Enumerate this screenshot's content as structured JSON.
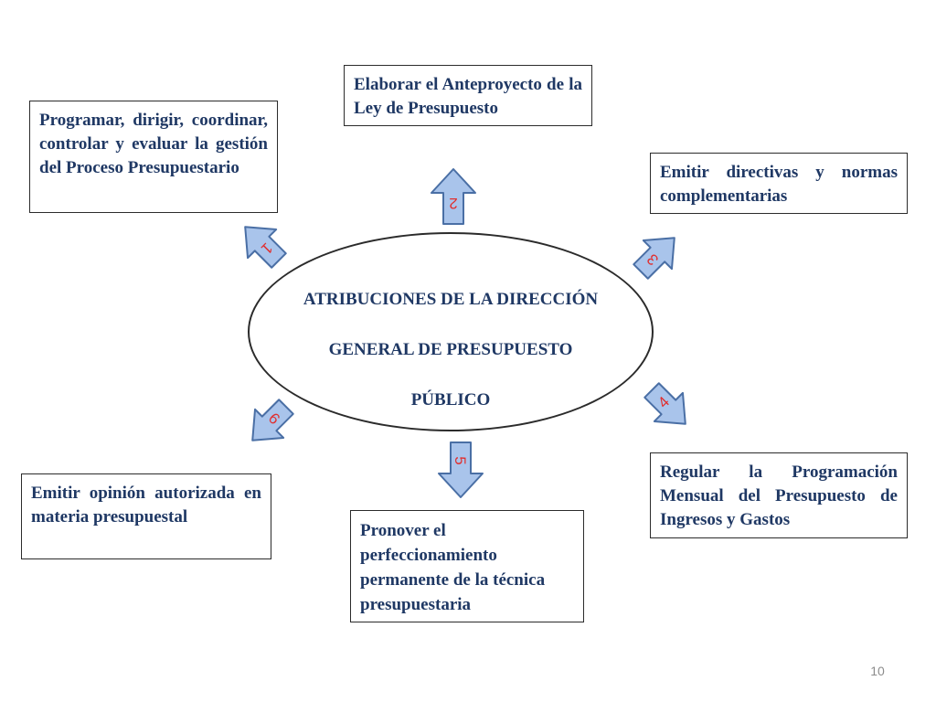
{
  "center": {
    "line1": "ATRIBUCIONES DE LA DIRECCIÓN",
    "line2": "GENERAL DE PRESUPUESTO",
    "line3": "PÚBLICO"
  },
  "attributions": [
    {
      "number": "1",
      "text": "Programar, dirigir, coordinar, controlar y evaluar la gestión del Proceso Presupuestario"
    },
    {
      "number": "2",
      "text": "Elaborar el Anteproyecto de la Ley de Presupuesto"
    },
    {
      "number": "3",
      "text": "Emitir directivas y normas complementarias"
    },
    {
      "number": "4",
      "text": "Regular la Programación Mensual del Presupuesto de Ingresos y Gastos"
    },
    {
      "number": "5",
      "text": "Pronover el perfeccionamiento permanente de la técnica presupuestaria"
    },
    {
      "number": "6",
      "text": "Emitir opinión autorizada en materia presupuestal"
    }
  ],
  "page_number": "10",
  "colors": {
    "arrow_fill": "#a9c4eb",
    "arrow_stroke": "#4a6fa5",
    "number": "#e03030",
    "text": "#1f3864"
  }
}
